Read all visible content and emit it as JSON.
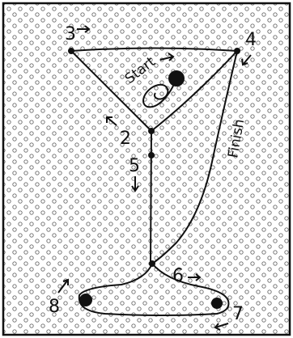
{
  "colors": {
    "background": "#ffffff",
    "dot_grid": "#6b6b6b",
    "ink": "#111111",
    "border": "#111111"
  },
  "labels": {
    "start": "Start",
    "finish": "Finish",
    "n2": "2",
    "n3": "3",
    "n4": "4",
    "n5": "5",
    "n6": "6",
    "n7": "7",
    "n8": "8"
  }
}
